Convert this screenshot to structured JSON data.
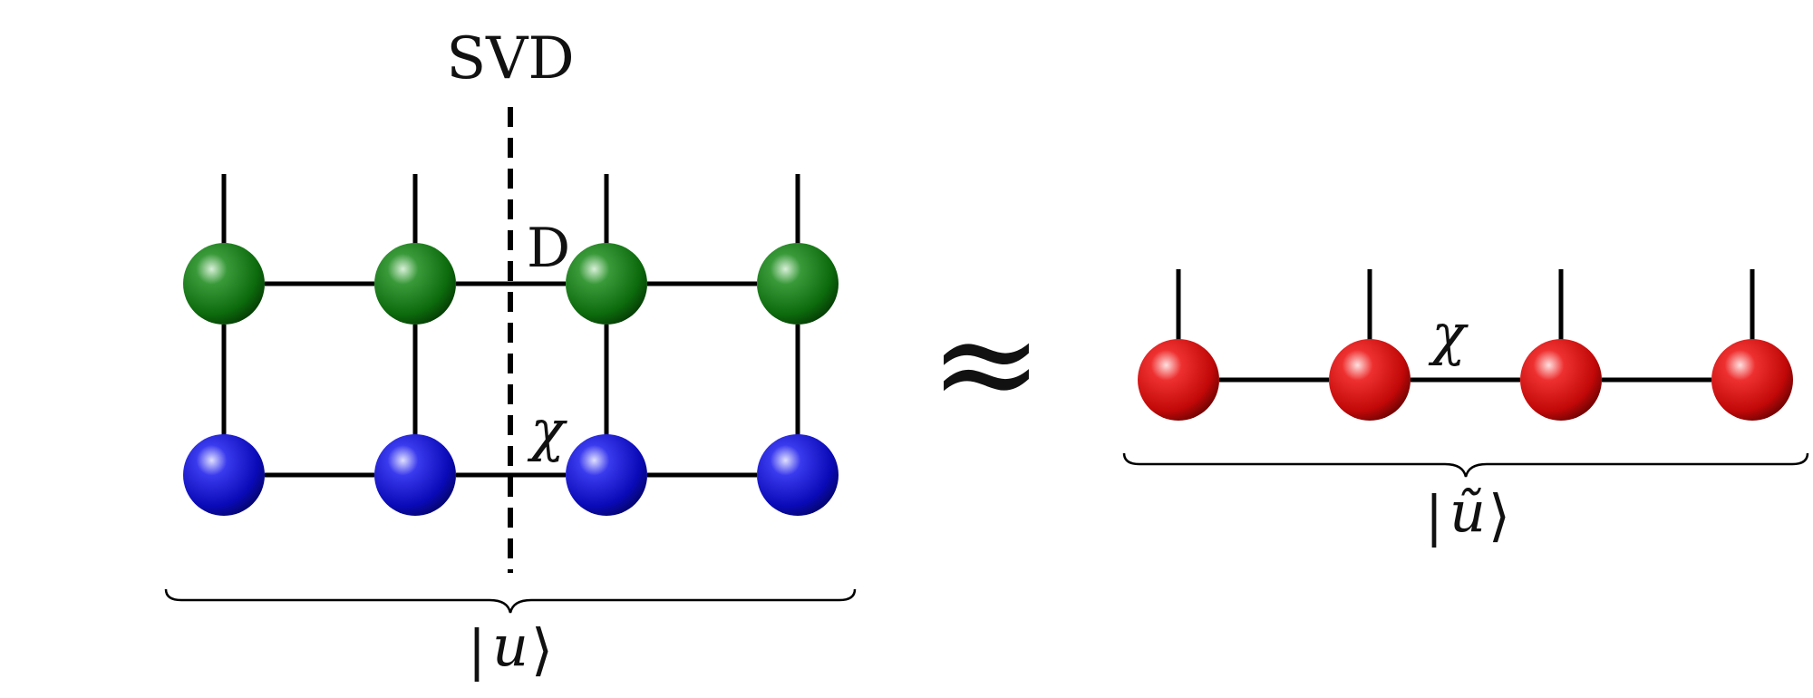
{
  "labels": {
    "svd": "SVD",
    "bond_d": "D",
    "bond_chi_left": "χ",
    "bond_chi_right": "χ",
    "approx": "≈",
    "ket_left": "u",
    "ket_right": "ũ",
    "bra_open": "|",
    "ket_close": "⟩"
  },
  "colors": {
    "top_row": "#1e7a1e",
    "bottom_row": "#1515c8",
    "mps_row": "#c81414",
    "line": "#000000"
  },
  "network": {
    "left_grid": {
      "columns": 4,
      "rows": 2,
      "physical_legs": "top"
    },
    "right_chain": {
      "nodes": 4,
      "physical_legs": "top"
    }
  }
}
